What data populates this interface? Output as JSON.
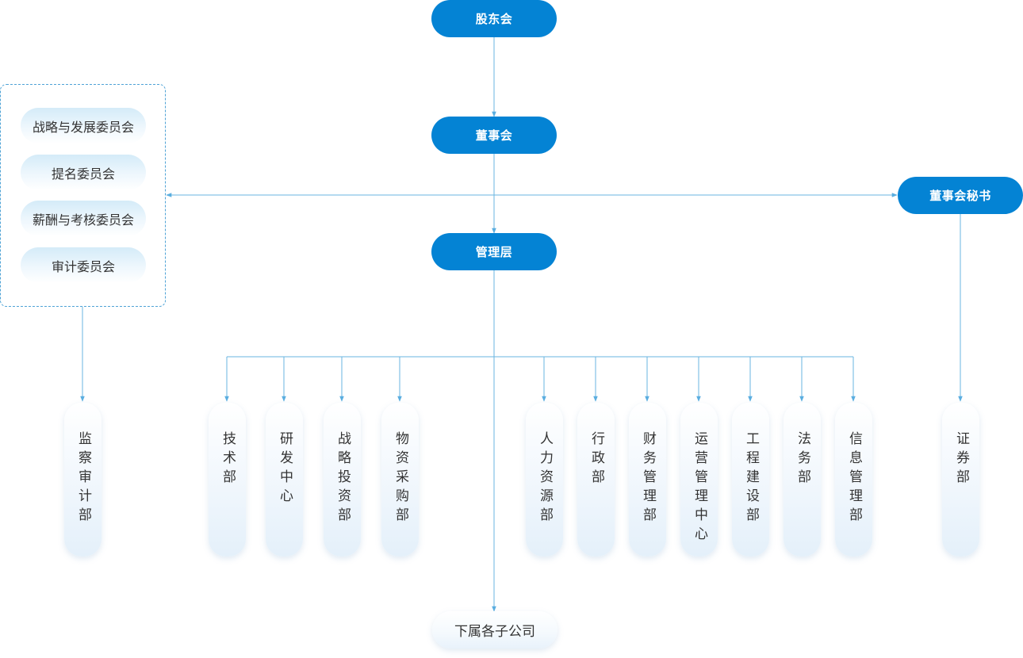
{
  "top_nodes": {
    "shareholders": "股东会",
    "board": "董事会",
    "management": "管理层",
    "secretary": "董事会秘书"
  },
  "committees": [
    "战略与发展委员会",
    "提名委员会",
    "薪酬与考核委员会",
    "审计委员会"
  ],
  "departments": {
    "audit": "监察审计部",
    "tech": "技术部",
    "rd": "研发中心",
    "strategy": "战略投资部",
    "procurement": "物资采购部",
    "hr": "人力资源部",
    "admin": "行政部",
    "finance": "财务管理部",
    "operations": "运营管理中心",
    "engineering": "工程建设部",
    "legal": "法务部",
    "it": "信息管理部",
    "securities": "证券部"
  },
  "subsidiaries": "下属各子公司",
  "colors": {
    "primary": "#0483d4",
    "connector": "#6ab4e0",
    "text": "#333333"
  }
}
